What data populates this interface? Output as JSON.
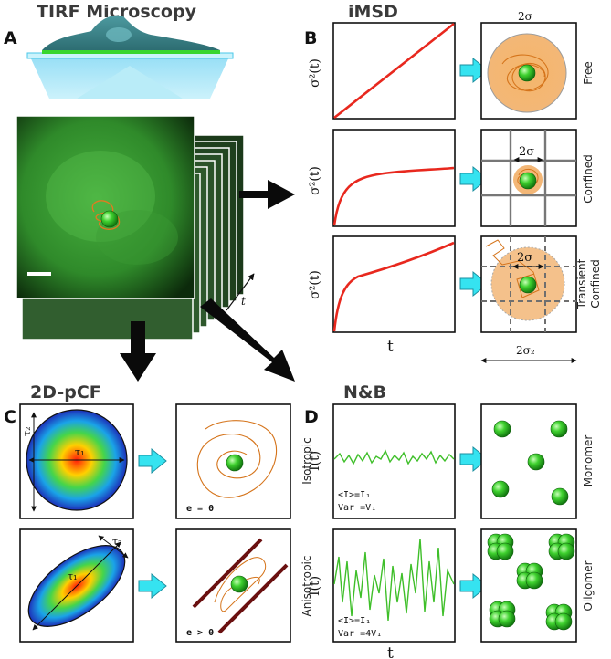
{
  "titles": {
    "tirf": "TIRF Microscopy",
    "imsd": "iMSD",
    "pcf": "2D-pCF",
    "nb": "N&B"
  },
  "panels": {
    "a": "A",
    "b": "B",
    "c": "C",
    "d": "D"
  },
  "imsd": {
    "sigma_top": "2σ",
    "y_label": "σ²(t)",
    "rows": [
      {
        "curve": "linear",
        "label": "Free"
      },
      {
        "curve": "confined",
        "label": "Confined",
        "sigma": "2σ"
      },
      {
        "curve": "transient",
        "label": "Transient\nConfined",
        "sigma": "2σ"
      }
    ],
    "x_label": "t",
    "sigma_bottom": "2σ₂"
  },
  "tirf": {
    "t_label": "t"
  },
  "pcf": {
    "rows": [
      {
        "label": "Isotropic",
        "tau1": "τ₁",
        "tau2": "τ₂",
        "e": "e = 0"
      },
      {
        "label": "Anisotropic",
        "tau1": "τ₁",
        "tau2": "τ₂",
        "e": "e > 0"
      }
    ]
  },
  "nb": {
    "y_label": "I(t)",
    "x_label": "t",
    "rows": [
      {
        "label": "Monomer",
        "mean": "<I>=I₁",
        "var": "Var =V₁"
      },
      {
        "label": "Oligomer",
        "mean": "<I>=I₁",
        "var": "Var =4V₁"
      }
    ]
  },
  "colors": {
    "curve": "#e8281e",
    "arrow_fill": "#35e3f0",
    "particle": "#3ad13a",
    "trajectory": "#e07b20",
    "trace": "#3fbf2a"
  }
}
